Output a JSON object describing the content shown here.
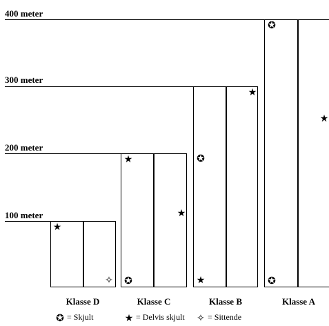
{
  "distance_labels": {
    "m400": "400 meter",
    "m300": "300 meter",
    "m200": "200 meter",
    "m100": "100 meter"
  },
  "classes": {
    "d": "Klasse D",
    "c": "Klasse C",
    "b": "Klasse B",
    "a": "Klasse A"
  },
  "symbols": {
    "hidden": "✪",
    "partial": "★",
    "sitting": "✧"
  },
  "legend": {
    "hidden": "= Skjult",
    "partial": "= Delvis skjult",
    "sitting": "= Sittende"
  }
}
